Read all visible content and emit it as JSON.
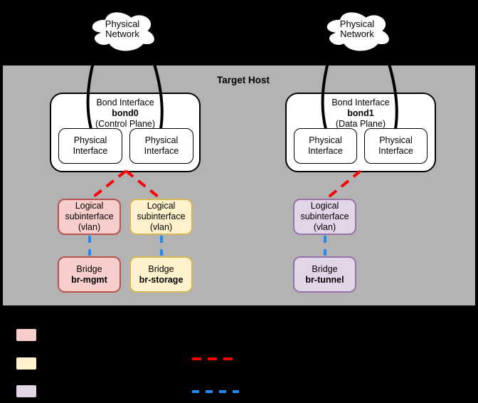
{
  "colors": {
    "background": "#000000",
    "host-fill": "#b3b3b3",
    "node-fill": "#ffffff",
    "node-stroke": "#000000",
    "mgmt-fill": "#f8cecc",
    "mgmt-stroke": "#b85450",
    "storage-fill": "#fff2cc",
    "storage-stroke": "#d6b656",
    "tunnel-fill": "#e1d5e7",
    "tunnel-stroke": "#9673a6",
    "vlan-link": "#f50505",
    "bridge-link": "#2389f5"
  },
  "host": {
    "title": "Target Host"
  },
  "clouds": {
    "left": {
      "line1": "Physical",
      "line2": "Network"
    },
    "right": {
      "line1": "Physical",
      "line2": "Network"
    }
  },
  "bonds": {
    "bond0": {
      "title": "Bond Interface",
      "name": "bond0",
      "plane": "(Control Plane)"
    },
    "bond1": {
      "title": "Bond Interface",
      "name": "bond1",
      "plane": "(Data Plane)"
    }
  },
  "physical_interface": {
    "line1": "Physical",
    "line2": "Interface"
  },
  "subinterface": {
    "line1": "Logical",
    "line2": "subinterface",
    "line3": "(vlan)"
  },
  "bridges": {
    "mgmt": {
      "title": "Bridge",
      "name": "br-mgmt"
    },
    "storage": {
      "title": "Bridge",
      "name": "br-storage"
    },
    "tunnel": {
      "title": "Bridge",
      "name": "br-tunnel"
    }
  }
}
